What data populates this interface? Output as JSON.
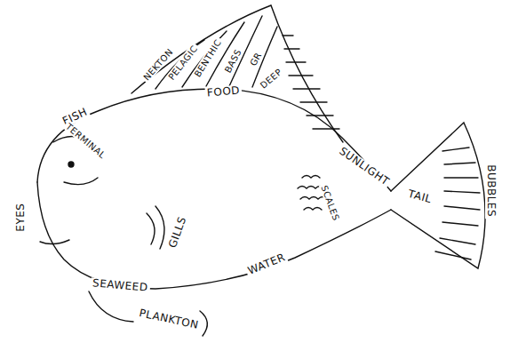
{
  "diagram": {
    "labels": [
      "FISH",
      "TERMINAL",
      "EYES",
      "GILLS",
      "SEAWEED",
      "PLANKTON",
      "WATER",
      "SCALES",
      "SUNLIGHT",
      "TAIL",
      "BUBBLES",
      "FOOD",
      "NEKTON",
      "PELAGIC",
      "BENTHIC",
      "BASS",
      "GR",
      "DEEP"
    ]
  }
}
